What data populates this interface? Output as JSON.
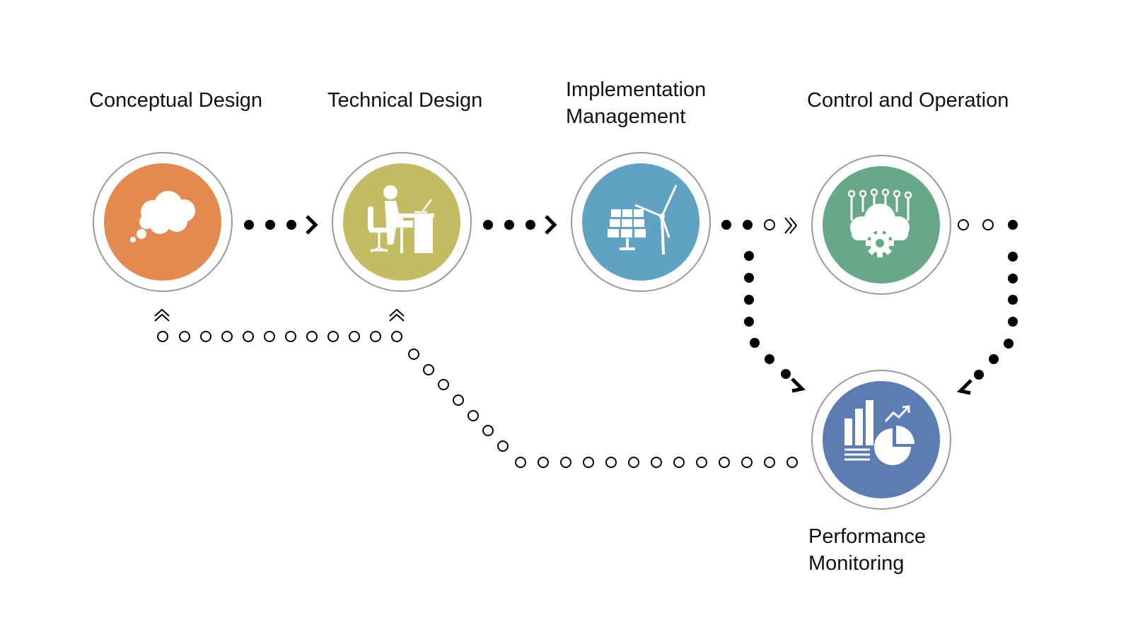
{
  "stages": {
    "conceptual": {
      "label": "Conceptual Design",
      "color": "#E38A51",
      "icon": "thought-cloud-icon"
    },
    "technical": {
      "label": "Technical Design",
      "color": "#C3BC62",
      "icon": "person-at-desk-icon"
    },
    "implementation": {
      "label_line1": "Implementation",
      "label_line2": "Management",
      "color": "#5FA2C4",
      "icon": "solar-panel-wind-turbine-icon"
    },
    "control": {
      "label": "Control and Operation",
      "color": "#66A888",
      "icon": "cloud-gear-circuit-icon"
    },
    "performance": {
      "label_line1": "Performance",
      "label_line2": "Monitoring",
      "color": "#5B7DB2",
      "icon": "bar-chart-pie-chart-icon"
    }
  },
  "colors": {
    "ring": "#9a9a9a",
    "dot": "#000000",
    "icon": "#ffffff"
  }
}
